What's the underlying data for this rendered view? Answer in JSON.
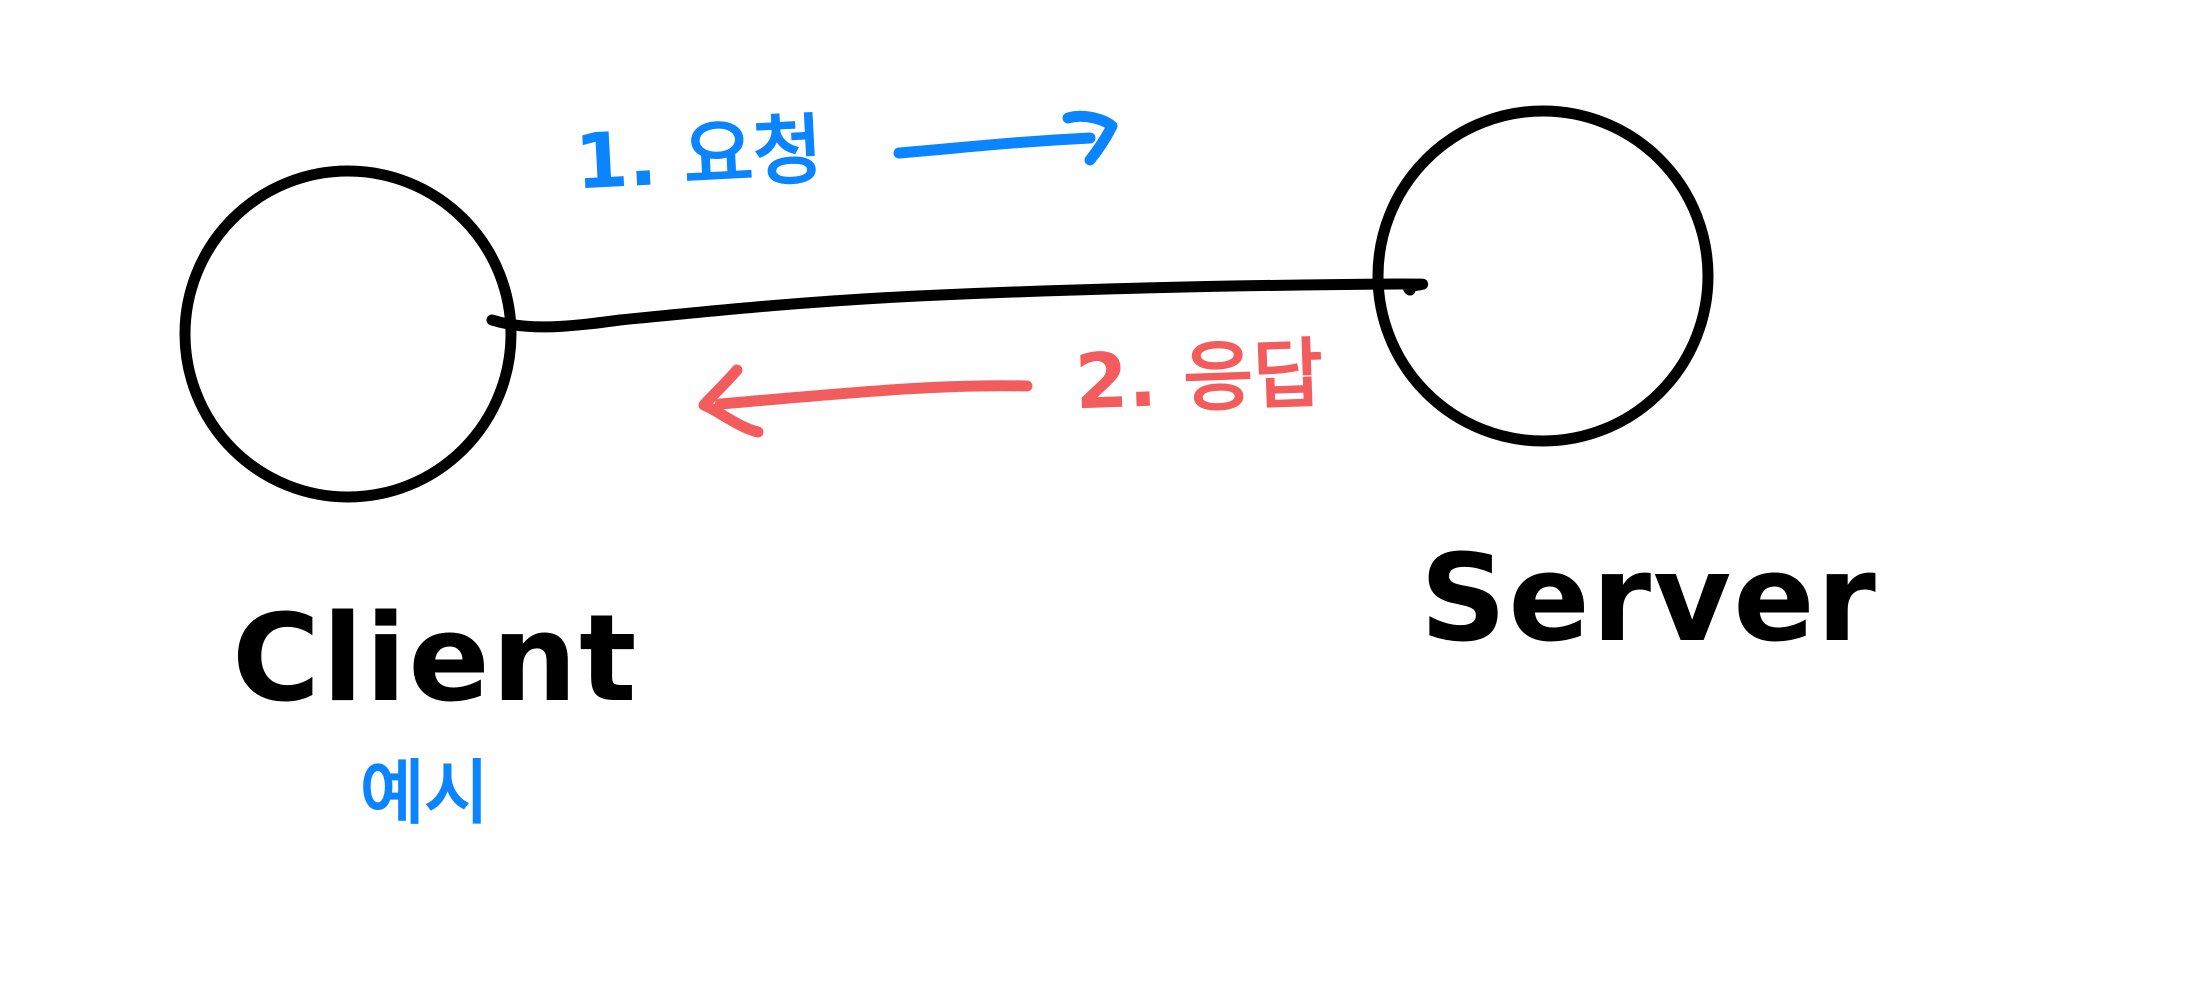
{
  "diagram": {
    "nodes": [
      {
        "id": "client",
        "label": "Client",
        "sublabel": "예시"
      },
      {
        "id": "server",
        "label": "Server"
      }
    ],
    "edges": [
      {
        "from": "client",
        "to": "server",
        "label": "1. 요청"
      },
      {
        "from": "server",
        "to": "client",
        "label": "2. 응답"
      }
    ]
  },
  "colors": {
    "ink": "#000000",
    "request": "#0a84ff",
    "response": "#f25c5c",
    "background": "#ffffff"
  }
}
